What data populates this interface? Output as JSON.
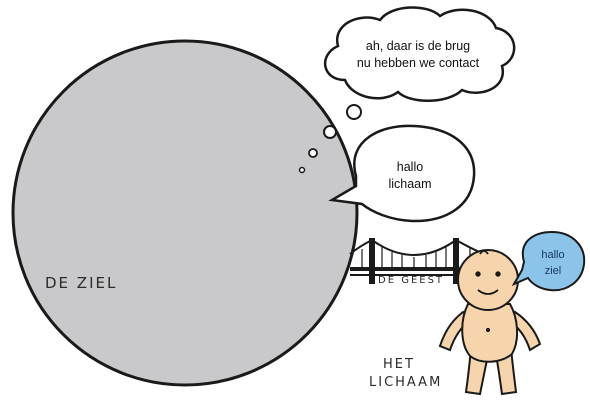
{
  "labels": {
    "soul": "DE ZIEL",
    "mind": "DE GEEST",
    "body_line1": "HET",
    "body_line2": "LICHAAM"
  },
  "bubbles": {
    "thought_line1": "ah, daar is de brug",
    "thought_line2": "nu hebben we contact",
    "soul_speech_line1": "hallo",
    "soul_speech_line2": "lichaam",
    "body_speech_line1": "hallo",
    "body_speech_line2": "ziel"
  },
  "colors": {
    "soul_fill": "#c9c9cb",
    "body_skin": "#f6d5ad",
    "body_bubble": "#8bc3e9",
    "outline": "#1a1a1a"
  }
}
